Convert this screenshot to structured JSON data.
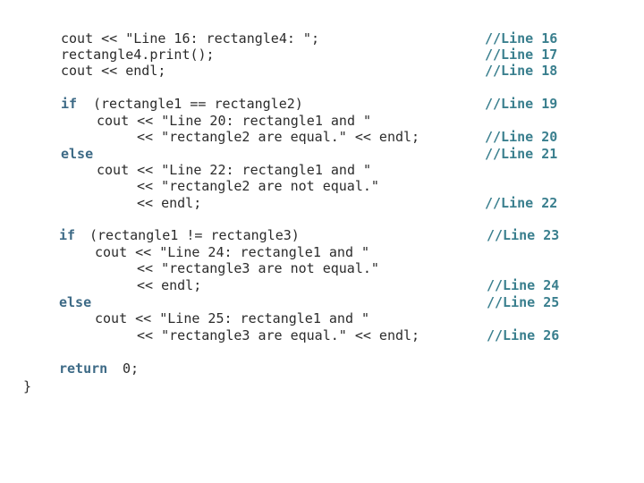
{
  "lines": [
    "cout << \"Line 16: rectangle4: \";",
    "rectangle4.print();",
    "cout << endl;",
    "(rectangle1 == rectangle2)",
    "cout << \"Line 20: rectangle1 and \"",
    "<< \"rectangle2 are equal.\" << endl;",
    "cout << \"Line 22: rectangle1 and \"",
    "<< \"rectangle2 are not equal.\"",
    "<< endl;",
    "(rectangle1 != rectangle3)",
    "cout << \"Line 24: rectangle1 and \"",
    "<< \"rectangle3 are not equal.\"",
    "<< endl;",
    "cout << \"Line 25: rectangle1 and \"",
    "<< \"rectangle3 are equal.\" << endl;",
    "0;",
    "}"
  ],
  "keywords": {
    "if": "if",
    "else": "else",
    "return": "return"
  },
  "comments": [
    "//Line 16",
    "//Line 17",
    "//Line 18",
    "//Line 19",
    "//Line 20",
    "//Line 21",
    "//Line 22",
    "//Line 23",
    "//Line 24",
    "//Line 25",
    "//Line 26"
  ]
}
